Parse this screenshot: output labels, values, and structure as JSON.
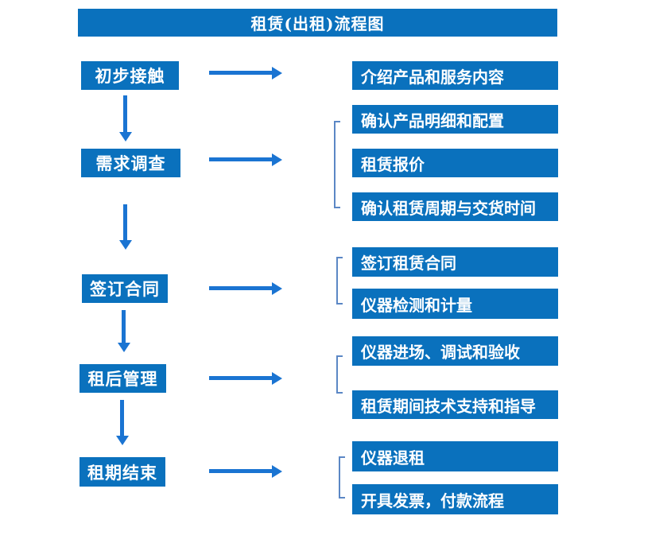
{
  "title": "租赁(出租)流程图",
  "colors": {
    "box_fill": "#0a71bd",
    "arrow": "#1a74d2",
    "bracket": "#5b87c5",
    "text": "#ffffff",
    "background": "#ffffff"
  },
  "steps": [
    {
      "label": "初步接触",
      "details": [
        "介绍产品和服务内容"
      ]
    },
    {
      "label": "需求调查",
      "details": [
        "确认产品明细和配置",
        "租赁报价",
        "确认租赁周期与交货时间"
      ]
    },
    {
      "label": "签订合同",
      "details": [
        "签订租赁合同",
        "仪器检测和计量"
      ]
    },
    {
      "label": "租后管理",
      "details": [
        "仪器进场、调试和验收",
        "租赁期间技术支持和指导"
      ]
    },
    {
      "label": "租期结束",
      "details": [
        "仪器退租",
        "开具发票，付款流程"
      ]
    }
  ]
}
